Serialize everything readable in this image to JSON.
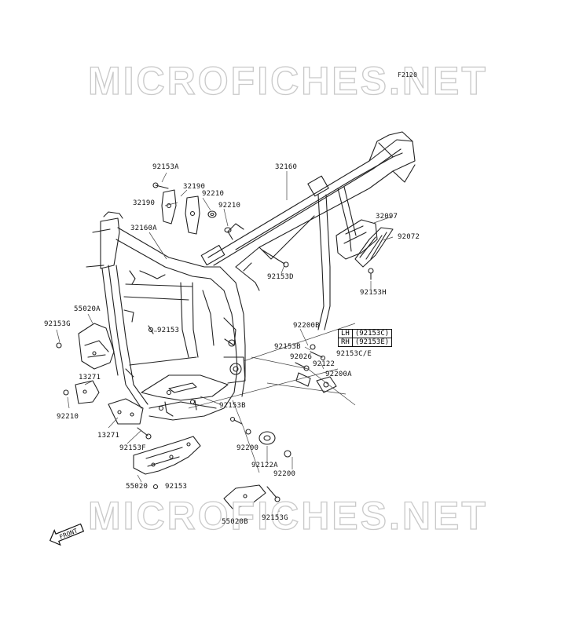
{
  "watermark": "MICROFICHES.NET",
  "figure_code": "F2120",
  "labels": {
    "p92153A": "92153A",
    "p32190a": "32190",
    "p92210a": "92210",
    "p32190b": "32190",
    "p92210b": "92210",
    "p32160": "32160",
    "p32160A": "32160A",
    "p32097": "32097",
    "p92072": "92072",
    "p92153D": "92153D",
    "p92153H": "92153H",
    "p55020A": "55020A",
    "p92153G_left": "92153G",
    "p92153": "92153",
    "p92200B": "92200B",
    "p92153B_a": "92153B",
    "p92153CE": "92153C/E",
    "p92026": "92026",
    "p92122": "92122",
    "p92200A": "92200A",
    "p13271a": "13271",
    "p92210c": "92210",
    "p13271b": "13271",
    "p92153B_b": "92153B",
    "p92153F": "92153F",
    "p92200": "92200",
    "p92122A": "92122A",
    "p92200_b": "92200",
    "p55020": "55020",
    "p92153_b": "92153",
    "p55020B": "55020B",
    "p92153G_right": "92153G"
  },
  "side_table": {
    "lh_label": "LH",
    "lh_value": "(92153C)",
    "rh_label": "RH",
    "rh_value": "(92153E)"
  },
  "front_marker": "FRONT"
}
